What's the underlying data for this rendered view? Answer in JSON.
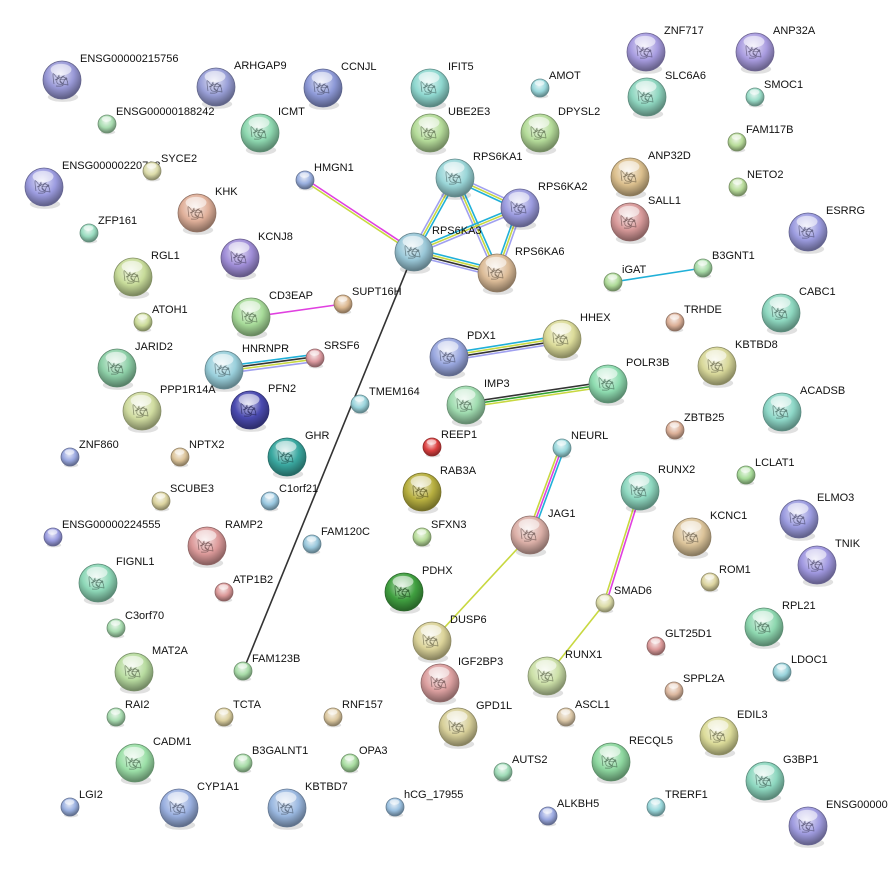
{
  "network": {
    "nodes": [
      {
        "id": "ENSG00000215756",
        "color": "#9a9ad8",
        "big": true
      },
      {
        "id": "ARHGAP9",
        "color": "#9aa0d8",
        "big": true
      },
      {
        "id": "CCNJL",
        "color": "#8e9ad8",
        "big": true
      },
      {
        "id": "IFIT5",
        "color": "#8fd8d0",
        "big": true
      },
      {
        "id": "ZNF717",
        "color": "#a79ce0",
        "big": true
      },
      {
        "id": "ANP32A",
        "color": "#a99ce0",
        "big": true
      },
      {
        "id": "SLC6A6",
        "color": "#8fd6c0",
        "big": true
      },
      {
        "id": "ICMT",
        "color": "#8ed8b0",
        "big": true
      },
      {
        "id": "UBE2E3",
        "color": "#b5dc9a",
        "big": true
      },
      {
        "id": "DPYSL2",
        "color": "#b5dc9a",
        "big": true
      },
      {
        "id": "ENSG00000220793",
        "color": "#9c9ce0",
        "big": true
      },
      {
        "id": "RPS6KA1",
        "color": "#9ad6d8",
        "big": true
      },
      {
        "id": "ANP32D",
        "color": "#dcc08e",
        "big": true
      },
      {
        "id": "KHK",
        "color": "#e0b09a",
        "big": true
      },
      {
        "id": "RPS6KA2",
        "color": "#9c9ce0",
        "big": true
      },
      {
        "id": "SALL1",
        "color": "#d89a9a",
        "big": true
      },
      {
        "id": "ESRRG",
        "color": "#9c9ce0",
        "big": true
      },
      {
        "id": "KCNJ8",
        "color": "#a08ed8",
        "big": true
      },
      {
        "id": "RPS6KA3",
        "color": "#9ac8d8",
        "big": true
      },
      {
        "id": "RPS6KA6",
        "color": "#dcbc98",
        "big": true
      },
      {
        "id": "RGL1",
        "color": "#c8dc9a",
        "big": true
      },
      {
        "id": "CABC1",
        "color": "#8ed8c0",
        "big": true
      },
      {
        "id": "CD3EAP",
        "color": "#a8dc9a",
        "big": true
      },
      {
        "id": "PDX1",
        "color": "#9aa8e0",
        "big": true
      },
      {
        "id": "HHEX",
        "color": "#dcdc9a",
        "big": true
      },
      {
        "id": "JARID2",
        "color": "#8ed0a8",
        "big": true
      },
      {
        "id": "HNRNPR",
        "color": "#9ad0dc",
        "big": true
      },
      {
        "id": "KBTBD8",
        "color": "#d8d89a",
        "big": true
      },
      {
        "id": "POLR3B",
        "color": "#8edcb0",
        "big": true
      },
      {
        "id": "IMP3",
        "color": "#a0dcb0",
        "big": true
      },
      {
        "id": "PPP1R14A",
        "color": "#d0dca0",
        "big": true
      },
      {
        "id": "PFN2",
        "color": "#4a4ab0",
        "big": true
      },
      {
        "id": "ACADSB",
        "color": "#8ed8c8",
        "big": true
      },
      {
        "id": "GHR",
        "color": "#3aa8a0",
        "big": true
      },
      {
        "id": "RUNX2",
        "color": "#8ed8c0",
        "big": true
      },
      {
        "id": "RAB3A",
        "color": "#b8b040",
        "big": true
      },
      {
        "id": "ELMO3",
        "color": "#9c9ce0",
        "big": true
      },
      {
        "id": "KCNC1",
        "color": "#dcc49a",
        "big": true
      },
      {
        "id": "JAG1",
        "color": "#dcb0a8",
        "big": true
      },
      {
        "id": "RAMP2",
        "color": "#dc9a9a",
        "big": true
      },
      {
        "id": "TNIK",
        "color": "#a098e0",
        "big": true
      },
      {
        "id": "FIGNL1",
        "color": "#8ed8b8",
        "big": true
      },
      {
        "id": "PDHX",
        "color": "#40a040",
        "big": true
      },
      {
        "id": "DUSP6",
        "color": "#dcd49a",
        "big": true
      },
      {
        "id": "RPL21",
        "color": "#8ed8b0",
        "big": true
      },
      {
        "id": "IGF2BP3",
        "color": "#dca0a0",
        "big": true
      },
      {
        "id": "MAT2A",
        "color": "#b8dca0",
        "big": true
      },
      {
        "id": "RUNX1",
        "color": "#cce0a8",
        "big": true
      },
      {
        "id": "EDIL3",
        "color": "#dcdc9a",
        "big": true
      },
      {
        "id": "GPD1L",
        "color": "#d8d09a",
        "big": true
      },
      {
        "id": "CADM1",
        "color": "#9ce0a8",
        "big": true
      },
      {
        "id": "RECQL5",
        "color": "#8ed8a0",
        "big": true
      },
      {
        "id": "G3BP1",
        "color": "#8ed8c0",
        "big": true
      },
      {
        "id": "CYP1A1",
        "color": "#9ab0e0",
        "big": true
      },
      {
        "id": "KBTBD7",
        "color": "#9ab8e0",
        "big": true
      },
      {
        "id": "ENSG00000",
        "color": "#a09ce0",
        "big": true
      },
      {
        "id": "ENSG00000188242",
        "color": "#a8dcb0",
        "big": false
      },
      {
        "id": "AMOT",
        "color": "#9ad8dc",
        "big": false
      },
      {
        "id": "SMOC1",
        "color": "#9adcc8",
        "big": false
      },
      {
        "id": "FAM117B",
        "color": "#b8dc9a",
        "big": false
      },
      {
        "id": "SYCE2",
        "color": "#dcdcaa",
        "big": false
      },
      {
        "id": "HMGN1",
        "color": "#9ab0e0",
        "big": false
      },
      {
        "id": "NETO2",
        "color": "#b8dc9a",
        "big": false
      },
      {
        "id": "ZFP161",
        "color": "#9adcc0",
        "big": false
      },
      {
        "id": "iGAT",
        "color": "#b0dc9a",
        "big": false
      },
      {
        "id": "B3GNT1",
        "color": "#a8dca8",
        "big": false
      },
      {
        "id": "SUPT16H",
        "color": "#dcb890",
        "big": false
      },
      {
        "id": "ATOH1",
        "color": "#ccdc9a",
        "big": false
      },
      {
        "id": "TRHDE",
        "color": "#dcb098",
        "big": false
      },
      {
        "id": "SRSF6",
        "color": "#dc9aa0",
        "big": false
      },
      {
        "id": "TMEM164",
        "color": "#9ad4dc",
        "big": false
      },
      {
        "id": "ZBTB25",
        "color": "#dcb098",
        "big": false
      },
      {
        "id": "REEP1",
        "color": "#dc4040",
        "big": false
      },
      {
        "id": "NEURL",
        "color": "#9ad8dc",
        "big": false
      },
      {
        "id": "ZNF860",
        "color": "#9aa8e0",
        "big": false
      },
      {
        "id": "NPTX2",
        "color": "#dcc49a",
        "big": false
      },
      {
        "id": "LCLAT1",
        "color": "#a8dc9a",
        "big": false
      },
      {
        "id": "C1orf21",
        "color": "#9ac8e0",
        "big": false
      },
      {
        "id": "SCUBE3",
        "color": "#dcd4a0",
        "big": false
      },
      {
        "id": "ENSG00000224555",
        "color": "#9a9ce0",
        "big": false
      },
      {
        "id": "SFXN3",
        "color": "#b8dc9a",
        "big": false
      },
      {
        "id": "FAM120C",
        "color": "#9ac8dc",
        "big": false
      },
      {
        "id": "ATP1B2",
        "color": "#dc9a9a",
        "big": false
      },
      {
        "id": "SMAD6",
        "color": "#dcdca8",
        "big": false
      },
      {
        "id": "ROM1",
        "color": "#dcd4a0",
        "big": false
      },
      {
        "id": "C3orf70",
        "color": "#a8dcb0",
        "big": false
      },
      {
        "id": "GLT25D1",
        "color": "#dc9a9a",
        "big": false
      },
      {
        "id": "FAM123B",
        "color": "#a8dca8",
        "big": false
      },
      {
        "id": "SPPL2A",
        "color": "#dcb8a0",
        "big": false
      },
      {
        "id": "LDOC1",
        "color": "#9ad4dc",
        "big": false
      },
      {
        "id": "RAI2",
        "color": "#a8dcb0",
        "big": false
      },
      {
        "id": "TCTA",
        "color": "#dcd0a0",
        "big": false
      },
      {
        "id": "RNF157",
        "color": "#dcc8a0",
        "big": false
      },
      {
        "id": "ASCL1",
        "color": "#dcc8a8",
        "big": false
      },
      {
        "id": "B3GALNT1",
        "color": "#a8dca8",
        "big": false
      },
      {
        "id": "OPA3",
        "color": "#a8dca0",
        "big": false
      },
      {
        "id": "AUTS2",
        "color": "#a0dcb8",
        "big": false
      },
      {
        "id": "LGI2",
        "color": "#9ab0e0",
        "big": false
      },
      {
        "id": "hCG_17955",
        "color": "#9ac0e0",
        "big": false
      },
      {
        "id": "TRERF1",
        "color": "#9ad8dc",
        "big": false
      },
      {
        "id": "ALKBH5",
        "color": "#9aa8e0",
        "big": false
      }
    ],
    "edges": [
      {
        "from": "HMGN1",
        "to": "RPS6KA3",
        "colors": [
          "#e040e0",
          "#c8d840"
        ]
      },
      {
        "from": "RPS6KA1",
        "to": "RPS6KA3",
        "colors": [
          "#20b0d8",
          "#c8d840",
          "#a0a0f0"
        ]
      },
      {
        "from": "RPS6KA1",
        "to": "RPS6KA2",
        "colors": [
          "#a0a0f0",
          "#c8d840",
          "#20b0d8"
        ]
      },
      {
        "from": "RPS6KA1",
        "to": "RPS6KA6",
        "colors": [
          "#20b0d8",
          "#c8d840",
          "#a0a0f0"
        ]
      },
      {
        "from": "RPS6KA2",
        "to": "RPS6KA3",
        "colors": [
          "#a0a0f0",
          "#c8d840",
          "#20b0d8"
        ]
      },
      {
        "from": "RPS6KA2",
        "to": "RPS6KA6",
        "colors": [
          "#a0a0f0",
          "#c8d840",
          "#20b0d8"
        ]
      },
      {
        "from": "RPS6KA3",
        "to": "RPS6KA6",
        "colors": [
          "#20b0d8",
          "#c8d840",
          "#333333",
          "#a0a0f0"
        ]
      },
      {
        "from": "RPS6KA3",
        "to": "FAM123B",
        "colors": [
          "#333333"
        ]
      },
      {
        "from": "CD3EAP",
        "to": "SUPT16H",
        "colors": [
          "#e040e0"
        ]
      },
      {
        "from": "HNRNPR",
        "to": "SRSF6",
        "colors": [
          "#20b0d8",
          "#333333",
          "#c8d840",
          "#a0a0f0"
        ]
      },
      {
        "from": "PDX1",
        "to": "HHEX",
        "colors": [
          "#20b0d8",
          "#c8d840",
          "#333333",
          "#a0a0f0"
        ]
      },
      {
        "from": "IMP3",
        "to": "POLR3B",
        "colors": [
          "#333333",
          "#30a030",
          "#c8d840"
        ]
      },
      {
        "from": "iGAT",
        "to": "B3GNT1",
        "colors": [
          "#20b0d8"
        ]
      },
      {
        "from": "NEURL",
        "to": "JAG1",
        "colors": [
          "#20b0d8",
          "#e040e0",
          "#c8d840"
        ]
      },
      {
        "from": "JAG1",
        "to": "DUSP6",
        "colors": [
          "#c8d840"
        ]
      },
      {
        "from": "RUNX2",
        "to": "SMAD6",
        "colors": [
          "#e040e0",
          "#c8d840"
        ]
      },
      {
        "from": "SMAD6",
        "to": "RUNX1",
        "colors": [
          "#c8d840"
        ]
      }
    ]
  }
}
